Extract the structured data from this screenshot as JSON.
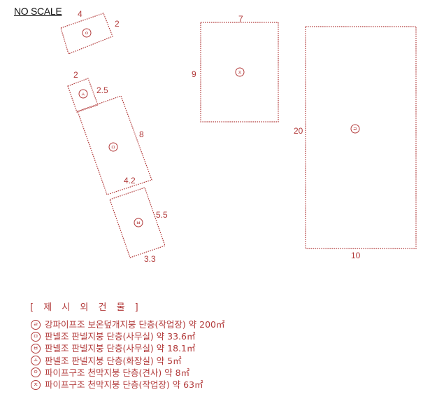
{
  "header": {
    "no_scale_label": "NO SCALE"
  },
  "colors": {
    "line": "#b23a3a",
    "text": "#b23a3a",
    "label_dark": "#111111"
  },
  "buildings": [
    {
      "id": "ieung",
      "symbol": "ㅇ",
      "dims": {
        "a": "4",
        "b": "2"
      }
    },
    {
      "id": "siot",
      "symbol": "ㅅ",
      "dims": {
        "a": "2",
        "b": "2.5"
      }
    },
    {
      "id": "mieum",
      "symbol": "ㅁ",
      "dims": {
        "a": "8",
        "b": "4.2"
      }
    },
    {
      "id": "bieup",
      "symbol": "ㅂ",
      "dims": {
        "a": "5.5",
        "b": "3.3"
      }
    },
    {
      "id": "jieut",
      "symbol": "ㅈ",
      "dims": {
        "a": "7",
        "b": "9"
      }
    },
    {
      "id": "rieul",
      "symbol": "ㄹ",
      "dims": {
        "a": "20",
        "b": "10"
      }
    }
  ],
  "legend": {
    "title": "[ 제 시 외 건 물 ]",
    "items": [
      {
        "symbol": "ㄹ",
        "text": "강파이프조 보온덮개지붕 단층(작업장) 약 200㎡"
      },
      {
        "symbol": "ㅁ",
        "text": "판넬조 판넬지붕 단층(사무실) 약 33.6㎡"
      },
      {
        "symbol": "ㅂ",
        "text": "판넬조 판넬지붕 단층(사무실) 약 18.1㎡"
      },
      {
        "symbol": "ㅅ",
        "text": "판넬조 판넬지붕 단층(화장실) 약 5㎡"
      },
      {
        "symbol": "ㅇ",
        "text": "파이프구조 천막지붕 단층(견사) 약 8㎡"
      },
      {
        "symbol": "ㅈ",
        "text": "파이프구조 천막지붕 단층(작업장) 약 63㎡"
      }
    ]
  }
}
